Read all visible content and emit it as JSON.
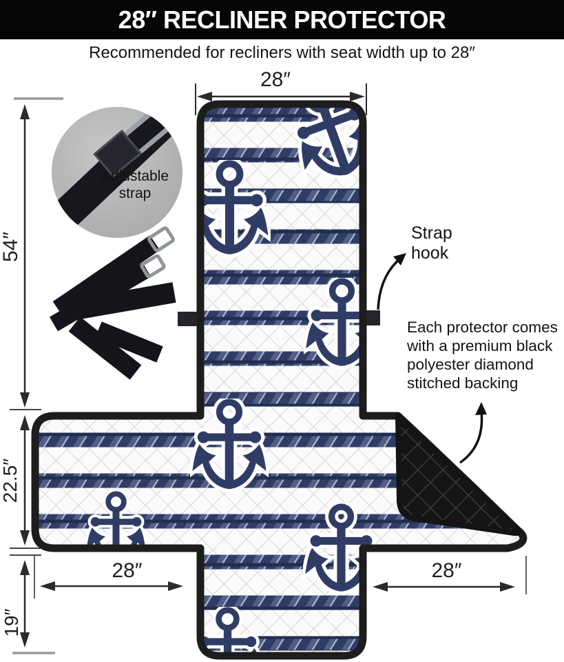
{
  "header": {
    "title": "28″ RECLINER PROTECTOR",
    "subtitle": "Recommended for recliners with seat width up to 28″"
  },
  "dimensions": {
    "top_width": "28″",
    "side_height": "54″",
    "seat_depth": "22.5″",
    "front_skirt": "19″",
    "left_flap": "28″",
    "right_flap": "28″"
  },
  "callouts": {
    "adjustable_strap": {
      "line1": "Adjustable",
      "line2": "strap"
    },
    "strap_hook": {
      "line1": "Strap",
      "line2": "hook"
    },
    "backing_note": {
      "line1": "Each protector comes",
      "line2": "with a premium black",
      "line3": "polyester diamond",
      "line4": "stitched backing"
    }
  },
  "product": {
    "fabric_pattern": "navy rope stripes with anchors on white diamond-quilted fabric",
    "backing": "black polyester diamond stitched backing"
  },
  "colors": {
    "header_bg": "#060606",
    "navy": "#2f3d66",
    "rope_highlight": "#55628c",
    "outline_black": "#1d1d1d",
    "backing_black": "#151515",
    "callout_circle_gray": "#b7b7b7",
    "dimension_line": "#2b2b2b"
  }
}
